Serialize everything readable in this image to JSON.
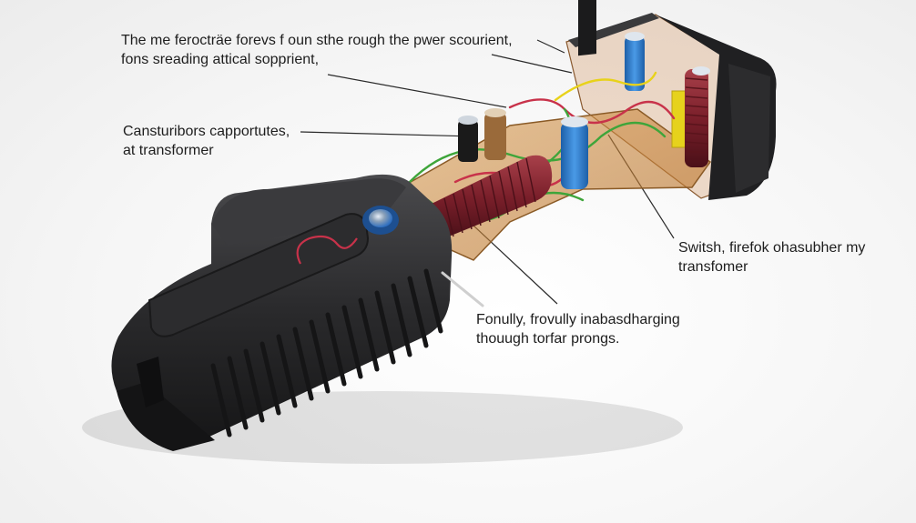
{
  "labels": {
    "top": {
      "line1": "The me ferocträe forevs f oun sthe rough the pwer scourient,",
      "line2": "fons sreading attical sopprient,"
    },
    "capacitors": {
      "line1": "Cansturibors capportutes,",
      "line2": "at transformer"
    },
    "switch": {
      "line1": "Switsh, firefok ohasubher my",
      "line2": "transfomer"
    },
    "prongs": {
      "line1": "Fonully, frovully inabasdharging",
      "line2": "thouugh torfar prongs."
    }
  },
  "colors": {
    "housing": "#2a2a2c",
    "board": "#c98a3a",
    "coil": "#7a1f2a",
    "capacitor_blue": "#2f7fd0",
    "capacitor_yellow": "#e8d21a",
    "wire_green": "#3ea53a",
    "wire_red": "#c8324a",
    "button": "#2f6fc0"
  }
}
